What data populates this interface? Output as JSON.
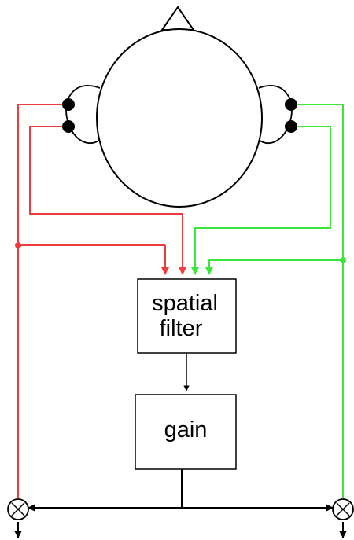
{
  "diagram": {
    "blocks": {
      "filter_line1": "spatial",
      "filter_line2": "filter",
      "gain": "gain"
    },
    "colors": {
      "left_signal": "#f03c3c",
      "right_signal": "#3ce63c",
      "outline": "#000000",
      "background": "#ffffff"
    },
    "icons": {
      "multiplier": "circle-x-icon",
      "electrode": "filled-dot-icon"
    }
  }
}
